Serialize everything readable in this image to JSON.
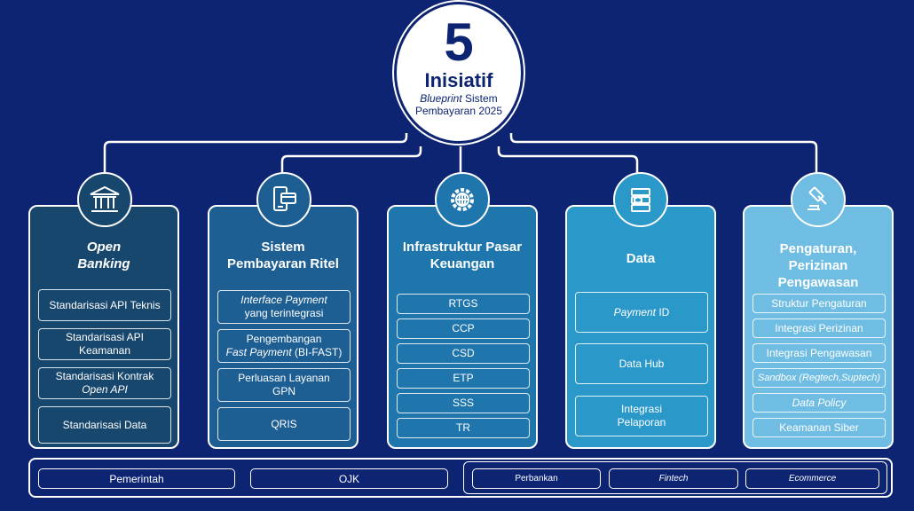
{
  "hub": {
    "number": "5",
    "title": "Inisiatif",
    "subtitle_italic": "Blueprint",
    "subtitle_rest": " Sistem",
    "subtitle_line2": "Pembayaran 2025"
  },
  "pillars": [
    {
      "title": "Open\nBanking",
      "icon": "bank-icon",
      "color": "#18476e",
      "items": [
        "Standarisasi API Teknis",
        "Standarisasi API Keamanan",
        "Standarisasi Kontrak Open API",
        "Standarisasi Data"
      ]
    },
    {
      "title": "Sistem Pembayaran Ritel",
      "icon": "payment-phone-icon",
      "color": "#1d5e93",
      "items": [
        "Interface Payment yang terintegrasi",
        "Pengembangan Fast Payment (BI-FAST)",
        "Perluasan Layanan GPN",
        "QRIS"
      ]
    },
    {
      "title": "Infrastruktur Pasar Keuangan",
      "icon": "globe-gear-icon",
      "color": "#1e76ad",
      "items": [
        "RTGS",
        "CCP",
        "CSD",
        "ETP",
        "SSS",
        "TR"
      ]
    },
    {
      "title": "Data",
      "icon": "database-shield-icon",
      "color": "#2a98c9",
      "items": [
        "Payment ID",
        "Data Hub",
        "Integrasi Pelaporan"
      ]
    },
    {
      "title": "Pengaturan, Perizinan Pengawasan",
      "icon": "gavel-icon",
      "color": "#70bde3",
      "items": [
        "Struktur Pengaturan",
        "Integrasi Perizinan",
        "Integrasi Pengawasan",
        "Sandbox (Regtech,Suptech)",
        "Data Policy",
        "Keamanan Siber"
      ]
    }
  ],
  "stakeholders": {
    "regulators": [
      "Pemerintah",
      "OJK"
    ],
    "industry": [
      "Perbankan",
      "Fintech",
      "Ecommerce"
    ]
  },
  "colors": {
    "background": "#0d2473",
    "hub": "#ffffff"
  }
}
